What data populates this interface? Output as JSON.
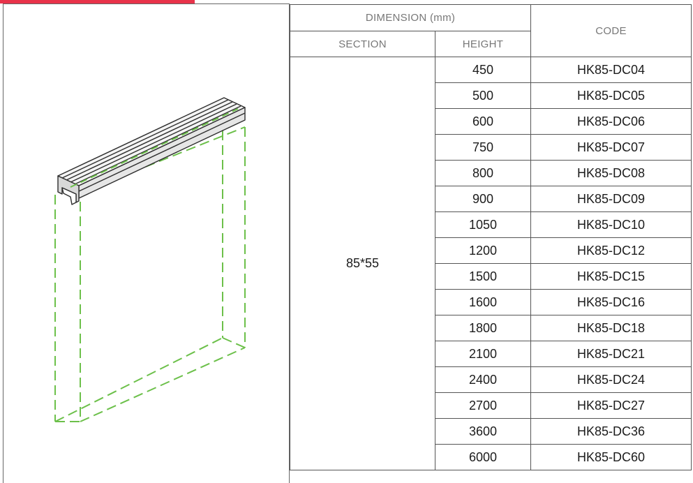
{
  "table": {
    "dimension_header": "DIMENSION (mm)",
    "section_header": "SECTION",
    "height_header": "HEIGHT",
    "code_header": "CODE",
    "section_value": "85*55",
    "rows": [
      {
        "height": "450",
        "code": "HK85-DC04"
      },
      {
        "height": "500",
        "code": "HK85-DC05"
      },
      {
        "height": "600",
        "code": "HK85-DC06"
      },
      {
        "height": "750",
        "code": "HK85-DC07"
      },
      {
        "height": "800",
        "code": "HK85-DC08"
      },
      {
        "height": "900",
        "code": "HK85-DC09"
      },
      {
        "height": "1050",
        "code": "HK85-DC10"
      },
      {
        "height": "1200",
        "code": "HK85-DC12"
      },
      {
        "height": "1500",
        "code": "HK85-DC15"
      },
      {
        "height": "1600",
        "code": "HK85-DC16"
      },
      {
        "height": "1800",
        "code": "HK85-DC18"
      },
      {
        "height": "2100",
        "code": "HK85-DC21"
      },
      {
        "height": "2400",
        "code": "HK85-DC24"
      },
      {
        "height": "2700",
        "code": "HK85-DC27"
      },
      {
        "height": "3600",
        "code": "HK85-DC36"
      },
      {
        "height": "6000",
        "code": "HK85-DC60"
      }
    ]
  },
  "colors": {
    "accent": "#e8334a",
    "frame_dash": "#6cc04a",
    "profile_dark": "#3a3a3a"
  }
}
